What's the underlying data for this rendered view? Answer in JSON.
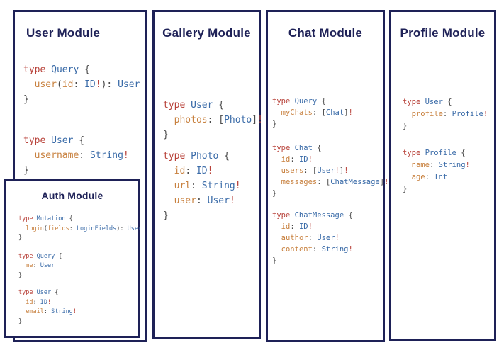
{
  "colors": {
    "border_navy": "#1e2157",
    "title_navy": "#1e2157",
    "code_keyword": "#b8423a",
    "code_type": "#3a6ba8",
    "code_field": "#c8813f",
    "code_punct": "#4a4a4a",
    "code_bang": "#b8423a"
  },
  "modules": {
    "user": {
      "title": "User Module",
      "blocks": [
        [
          [
            [
              "kw",
              "type "
            ],
            [
              "tp",
              "Query "
            ],
            [
              "pn",
              "{"
            ]
          ],
          [
            [
              "pn",
              "  "
            ],
            [
              "fd",
              "user"
            ],
            [
              "pn",
              "("
            ],
            [
              "fd",
              "id"
            ],
            [
              "pn",
              ": "
            ],
            [
              "tp",
              "ID"
            ],
            [
              "bg",
              "!"
            ],
            [
              "pn",
              "): "
            ],
            [
              "tp",
              "User"
            ]
          ],
          [
            [
              "pn",
              "}"
            ]
          ]
        ],
        [
          [
            [
              "kw",
              "type "
            ],
            [
              "tp",
              "User "
            ],
            [
              "pn",
              "{"
            ]
          ],
          [
            [
              "pn",
              "  "
            ],
            [
              "fd",
              "username"
            ],
            [
              "pn",
              ": "
            ],
            [
              "tp",
              "String"
            ],
            [
              "bg",
              "!"
            ]
          ],
          [
            [
              "pn",
              "}"
            ]
          ]
        ]
      ]
    },
    "auth": {
      "title": "Auth Module",
      "blocks": [
        [
          [
            [
              "kw",
              "type "
            ],
            [
              "tp",
              "Mutation "
            ],
            [
              "pn",
              "{"
            ]
          ],
          [
            [
              "pn",
              "  "
            ],
            [
              "fd",
              "login"
            ],
            [
              "pn",
              "("
            ],
            [
              "fd",
              "fields"
            ],
            [
              "pn",
              ": "
            ],
            [
              "tp",
              "LoginFields"
            ],
            [
              "pn",
              "): "
            ],
            [
              "tp",
              "User"
            ]
          ],
          [
            [
              "pn",
              "}"
            ]
          ]
        ],
        [
          [
            [
              "kw",
              "type "
            ],
            [
              "tp",
              "Query "
            ],
            [
              "pn",
              "{"
            ]
          ],
          [
            [
              "pn",
              "  "
            ],
            [
              "fd",
              "me"
            ],
            [
              "pn",
              ": "
            ],
            [
              "tp",
              "User"
            ]
          ],
          [
            [
              "pn",
              "}"
            ]
          ]
        ],
        [
          [
            [
              "kw",
              "type "
            ],
            [
              "tp",
              "User "
            ],
            [
              "pn",
              "{"
            ]
          ],
          [
            [
              "pn",
              "  "
            ],
            [
              "fd",
              "id"
            ],
            [
              "pn",
              ": "
            ],
            [
              "tp",
              "ID"
            ],
            [
              "bg",
              "!"
            ]
          ],
          [
            [
              "pn",
              "  "
            ],
            [
              "fd",
              "email"
            ],
            [
              "pn",
              ": "
            ],
            [
              "tp",
              "String"
            ],
            [
              "bg",
              "!"
            ]
          ],
          [
            [
              "pn",
              "}"
            ]
          ]
        ]
      ]
    },
    "gallery": {
      "title": "Gallery Module",
      "blocks": [
        [
          [
            [
              "kw",
              "type "
            ],
            [
              "tp",
              "User "
            ],
            [
              "pn",
              "{"
            ]
          ],
          [
            [
              "pn",
              "  "
            ],
            [
              "fd",
              "photos"
            ],
            [
              "pn",
              ": ["
            ],
            [
              "tp",
              "Photo"
            ],
            [
              "pn",
              "]"
            ],
            [
              "bg",
              "!"
            ]
          ],
          [
            [
              "pn",
              "}"
            ]
          ]
        ],
        [
          [
            [
              "kw",
              "type "
            ],
            [
              "tp",
              "Photo "
            ],
            [
              "pn",
              "{"
            ]
          ],
          [
            [
              "pn",
              "  "
            ],
            [
              "fd",
              "id"
            ],
            [
              "pn",
              ": "
            ],
            [
              "tp",
              "ID"
            ],
            [
              "bg",
              "!"
            ]
          ],
          [
            [
              "pn",
              "  "
            ],
            [
              "fd",
              "url"
            ],
            [
              "pn",
              ": "
            ],
            [
              "tp",
              "String"
            ],
            [
              "bg",
              "!"
            ]
          ],
          [
            [
              "pn",
              "  "
            ],
            [
              "fd",
              "user"
            ],
            [
              "pn",
              ": "
            ],
            [
              "tp",
              "User"
            ],
            [
              "bg",
              "!"
            ]
          ],
          [
            [
              "pn",
              "}"
            ]
          ]
        ]
      ]
    },
    "chat": {
      "title": "Chat Module",
      "blocks": [
        [
          [
            [
              "kw",
              "type "
            ],
            [
              "tp",
              "Query "
            ],
            [
              "pn",
              "{"
            ]
          ],
          [
            [
              "pn",
              "  "
            ],
            [
              "fd",
              "myChats"
            ],
            [
              "pn",
              ": ["
            ],
            [
              "tp",
              "Chat"
            ],
            [
              "pn",
              "]"
            ],
            [
              "bg",
              "!"
            ]
          ],
          [
            [
              "pn",
              "}"
            ]
          ]
        ],
        [
          [
            [
              "kw",
              "type "
            ],
            [
              "tp",
              "Chat "
            ],
            [
              "pn",
              "{"
            ]
          ],
          [
            [
              "pn",
              "  "
            ],
            [
              "fd",
              "id"
            ],
            [
              "pn",
              ": "
            ],
            [
              "tp",
              "ID"
            ],
            [
              "bg",
              "!"
            ]
          ],
          [
            [
              "pn",
              "  "
            ],
            [
              "fd",
              "users"
            ],
            [
              "pn",
              ": ["
            ],
            [
              "tp",
              "User"
            ],
            [
              "bg",
              "!"
            ],
            [
              "pn",
              "]"
            ],
            [
              "bg",
              "!"
            ]
          ],
          [
            [
              "pn",
              "  "
            ],
            [
              "fd",
              "messages"
            ],
            [
              "pn",
              ": ["
            ],
            [
              "tp",
              "ChatMessage"
            ],
            [
              "pn",
              "]"
            ],
            [
              "bg",
              "!"
            ]
          ],
          [
            [
              "pn",
              "}"
            ]
          ]
        ],
        [
          [
            [
              "kw",
              "type "
            ],
            [
              "tp",
              "ChatMessage "
            ],
            [
              "pn",
              "{"
            ]
          ],
          [
            [
              "pn",
              "  "
            ],
            [
              "fd",
              "id"
            ],
            [
              "pn",
              ": "
            ],
            [
              "tp",
              "ID"
            ],
            [
              "bg",
              "!"
            ]
          ],
          [
            [
              "pn",
              "  "
            ],
            [
              "fd",
              "author"
            ],
            [
              "pn",
              ": "
            ],
            [
              "tp",
              "User"
            ],
            [
              "bg",
              "!"
            ]
          ],
          [
            [
              "pn",
              "  "
            ],
            [
              "fd",
              "content"
            ],
            [
              "pn",
              ": "
            ],
            [
              "tp",
              "String"
            ],
            [
              "bg",
              "!"
            ]
          ],
          [
            [
              "pn",
              "}"
            ]
          ]
        ]
      ]
    },
    "profile": {
      "title": "Profile Module",
      "blocks": [
        [
          [
            [
              "kw",
              "type "
            ],
            [
              "tp",
              "User "
            ],
            [
              "pn",
              "{"
            ]
          ],
          [
            [
              "pn",
              "  "
            ],
            [
              "fd",
              "profile"
            ],
            [
              "pn",
              ": "
            ],
            [
              "tp",
              "Profile"
            ],
            [
              "bg",
              "!"
            ]
          ],
          [
            [
              "pn",
              "}"
            ]
          ]
        ],
        [
          [
            [
              "kw",
              "type "
            ],
            [
              "tp",
              "Profile "
            ],
            [
              "pn",
              "{"
            ]
          ],
          [
            [
              "pn",
              "  "
            ],
            [
              "fd",
              "name"
            ],
            [
              "pn",
              ": "
            ],
            [
              "tp",
              "String"
            ],
            [
              "bg",
              "!"
            ]
          ],
          [
            [
              "pn",
              "  "
            ],
            [
              "fd",
              "age"
            ],
            [
              "pn",
              ": "
            ],
            [
              "tp",
              "Int"
            ]
          ],
          [
            [
              "pn",
              "}"
            ]
          ]
        ]
      ]
    }
  }
}
